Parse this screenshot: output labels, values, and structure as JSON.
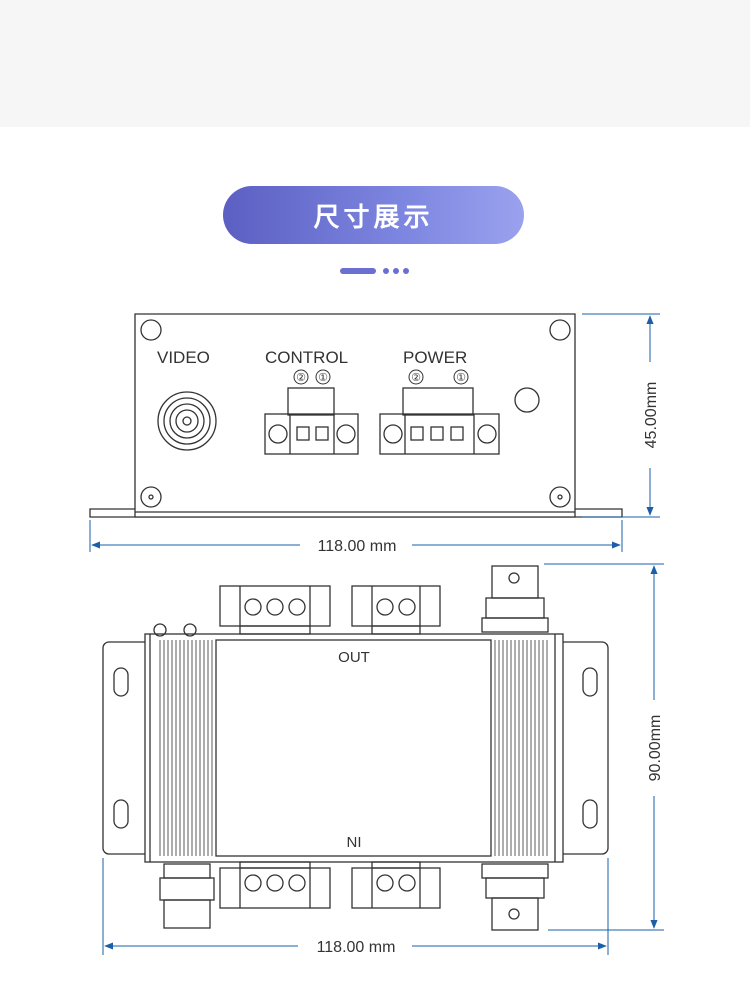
{
  "header": {
    "title": "尺寸展示"
  },
  "front_view": {
    "label_video": "VIDEO",
    "label_control": "CONTROL",
    "label_power": "POWER",
    "pin_2": "②",
    "pin_1": "①",
    "dim_width": "118.00 mm",
    "dim_height": "45.00mm"
  },
  "top_view": {
    "label_out": "OUT",
    "label_in": "NI",
    "dim_width": "118.00 mm",
    "dim_height": "90.00mm"
  },
  "colors": {
    "accent": "#6a6fd0",
    "dimension_line": "#1a5fa8",
    "drawing_line": "#333333"
  }
}
